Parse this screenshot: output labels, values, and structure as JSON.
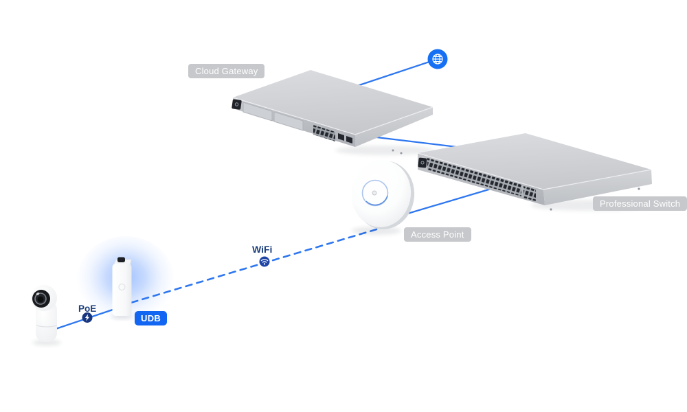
{
  "labels": {
    "cloud_gateway": "Cloud Gateway",
    "professional_switch": "Professional Switch",
    "access_point": "Access Point",
    "udb": "UDB",
    "wifi": "WiFi",
    "poe": "PoE"
  },
  "devices": [
    {
      "id": "internet",
      "icon": "globe-icon"
    },
    {
      "id": "cloud-gateway",
      "label": "Cloud Gateway"
    },
    {
      "id": "professional-switch",
      "label": "Professional Switch"
    },
    {
      "id": "access-point",
      "label": "Access Point"
    },
    {
      "id": "udb",
      "label": "UDB",
      "highlighted": true
    },
    {
      "id": "camera",
      "label": ""
    }
  ],
  "connections": [
    {
      "from": "internet",
      "to": "cloud-gateway",
      "type": "wired"
    },
    {
      "from": "cloud-gateway",
      "to": "professional-switch",
      "type": "wired"
    },
    {
      "from": "professional-switch",
      "to": "access-point",
      "type": "wired"
    },
    {
      "from": "access-point",
      "to": "udb",
      "type": "wireless",
      "midpoint_label": "WiFi",
      "midpoint_icon": "wifi-icon"
    },
    {
      "from": "udb",
      "to": "camera",
      "type": "poe",
      "midpoint_label": "PoE",
      "midpoint_icon": "lightning-icon"
    }
  ],
  "colors": {
    "line_blue": "#2e77f0",
    "globe_blue": "#1570f4",
    "udb_badge_blue": "#1266f1",
    "wifi_node_navy": "#1e44a6",
    "poe_node_navy": "#17367f",
    "device_label_bg": "#c6c8cb",
    "device_label_text": "#ffffff",
    "link_label_text": "#1b3e7c",
    "background": "#ffffff"
  }
}
